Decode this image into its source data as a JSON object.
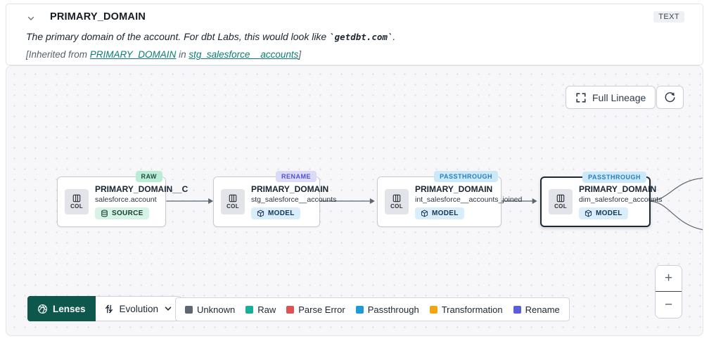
{
  "header": {
    "title": "PRIMARY_DOMAIN",
    "type_badge": "TEXT",
    "description_prefix": "The primary domain of the account. For dbt Labs, this would look like ",
    "description_code": "`getdbt.com`",
    "description_suffix": ".",
    "inherited_prefix": "[Inherited from ",
    "inherited_link_column": "PRIMARY_DOMAIN",
    "inherited_middle": " in ",
    "inherited_link_model": "stg_salesforce__accounts",
    "inherited_suffix": "]"
  },
  "toolbar": {
    "full_lineage_label": "Full Lineage",
    "refresh_icon": "refresh-icon"
  },
  "nodes": [
    {
      "badge": "RAW",
      "title": "PRIMARY_DOMAIN__C",
      "subtitle": "salesforce.account",
      "kind": "SOURCE",
      "col_label": "COL"
    },
    {
      "badge": "RENAME",
      "title": "PRIMARY_DOMAIN",
      "subtitle": "stg_salesforce__accounts",
      "kind": "MODEL",
      "col_label": "COL"
    },
    {
      "badge": "PASSTHROUGH",
      "title": "PRIMARY_DOMAIN",
      "subtitle": "int_salesforce__accounts_joined",
      "kind": "MODEL",
      "col_label": "COL"
    },
    {
      "badge": "PASSTHROUGH",
      "title": "PRIMARY_DOMAIN",
      "subtitle": "dim_salesforce_accounts",
      "kind": "MODEL",
      "col_label": "COL"
    }
  ],
  "lenses": {
    "label": "Lenses",
    "dropdown_label": "Evolution"
  },
  "legend": {
    "items": [
      {
        "label": "Unknown",
        "color": "#5f6670"
      },
      {
        "label": "Raw",
        "color": "#16af97"
      },
      {
        "label": "Parse Error",
        "color": "#e05252"
      },
      {
        "label": "Passthrough",
        "color": "#1e9ad6"
      },
      {
        "label": "Transformation",
        "color": "#f2a413"
      },
      {
        "label": "Rename",
        "color": "#5a5edb"
      }
    ]
  },
  "zoom_controls": {
    "zoom_in": "+",
    "zoom_out": "−"
  },
  "colors": {
    "accent_teal_link": "#0c7d70",
    "lenses_green": "#0d574d",
    "raw_badge_bg": "#b9edd6",
    "rename_badge_bg": "#dbdaf8",
    "passthrough_badge_bg": "#cde8f9"
  }
}
